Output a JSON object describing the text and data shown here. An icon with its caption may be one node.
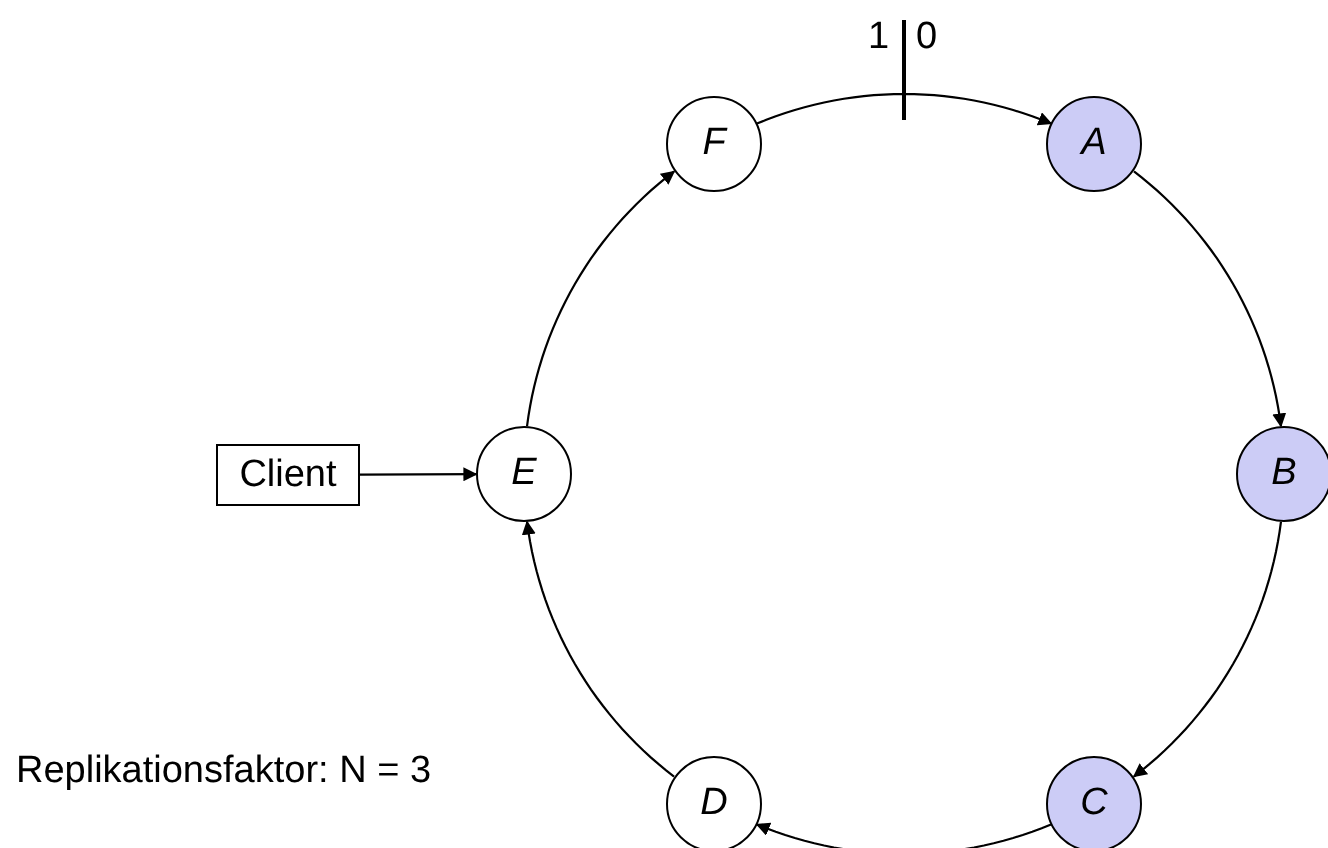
{
  "diagram": {
    "nodes": [
      {
        "text": [
          "F"
        ]
      },
      {
        "text": [
          "A"
        ]
      },
      {
        "text": [
          "B"
        ]
      },
      {
        "text": [
          "C"
        ]
      },
      {
        "text": [
          "D"
        ]
      },
      {
        "text": [
          "E"
        ]
      },
      {
        "text": [
          "Client"
        ]
      }
    ],
    "edges": [
      {
        "from": 0,
        "to": 1,
        "arrow": "to"
      },
      {
        "from": 1,
        "to": 2,
        "arrow": "to"
      },
      {
        "from": 2,
        "to": 3,
        "arrow": "to"
      },
      {
        "from": 3,
        "to": 4,
        "arrow": "to"
      },
      {
        "from": 4,
        "to": 5,
        "arrow": "to"
      },
      {
        "from": 5,
        "to": 0,
        "arrow": "to"
      },
      {
        "from": 6,
        "to": 5,
        "arrow": "to"
      }
    ],
    "labels": [
      "1",
      "0",
      "Replikationsfaktor: N = 3"
    ]
  }
}
